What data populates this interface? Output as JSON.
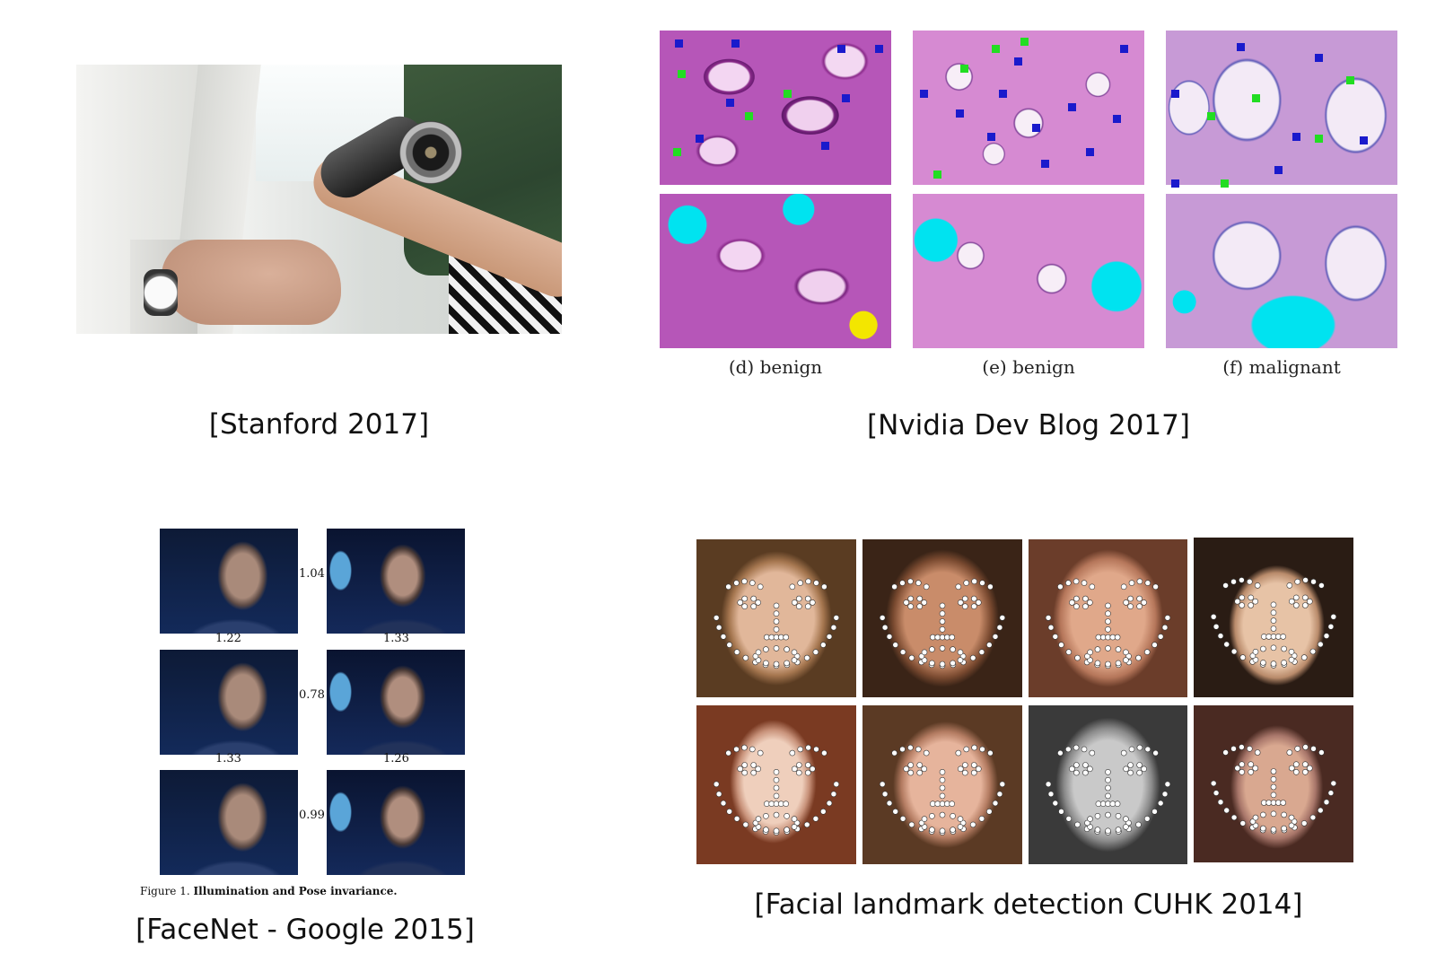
{
  "captions": {
    "stanford": "[Stanford 2017]",
    "nvidia": "[Nvidia Dev Blog 2017]",
    "facenet": "[FaceNet - Google 2015]",
    "cuhk": "[Facial landmark detection CUHK 2014]"
  },
  "nvidia_panel": {
    "labels": [
      "(d) benign",
      "(e) benign",
      "(f) malignant"
    ],
    "colors": {
      "tissue": "#b656b8",
      "cyan_region": "#00e3f0",
      "yellow_region": "#f3e600",
      "tag_green": "#22dd22",
      "tag_blue": "#1a1acc"
    }
  },
  "facenet_panel": {
    "distances": {
      "row1_pair": "1.04",
      "row1_left": "1.22",
      "row1_right": "1.33",
      "row2_pair": "0.78",
      "row2_left": "1.33",
      "row2_right": "1.26",
      "row3_pair": "0.99"
    },
    "figure_prefix": "Figure 1.",
    "figure_title": "Illumination and Pose invariance."
  },
  "landmark_panel": {
    "landmark_color": "#ffffff"
  }
}
